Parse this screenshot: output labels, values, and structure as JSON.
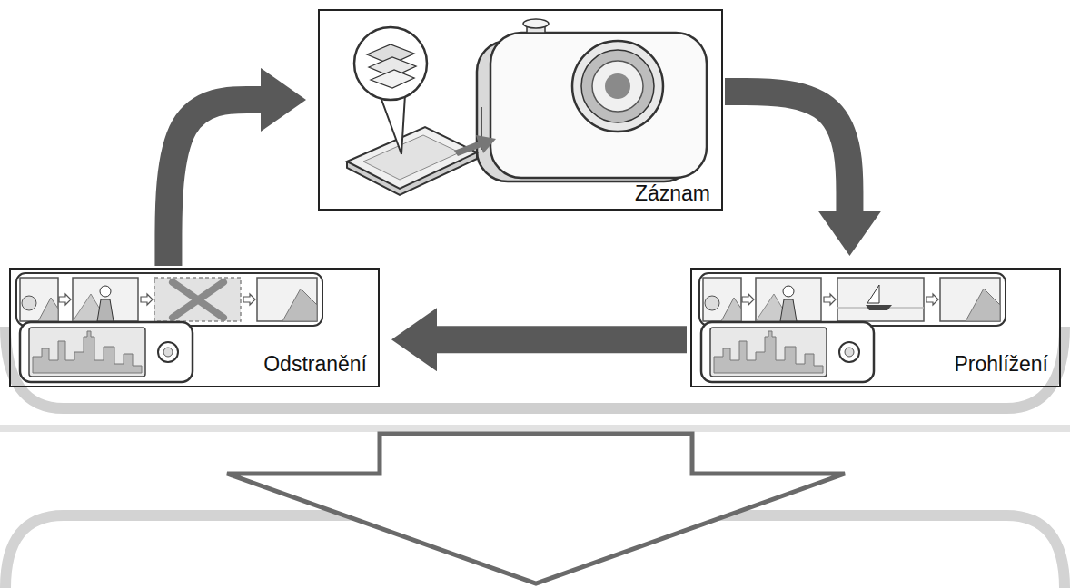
{
  "diagram": {
    "nodes": [
      {
        "text": [
          "Záznam"
        ]
      },
      {
        "text": [
          "Odstranění"
        ]
      },
      {
        "text": [
          "Prohlížení"
        ]
      }
    ],
    "edges": [
      {
        "from": 0,
        "to": 2,
        "arrow": "to"
      },
      {
        "from": 2,
        "to": 1,
        "arrow": "to"
      },
      {
        "from": 1,
        "to": 0,
        "arrow": "to"
      }
    ]
  }
}
